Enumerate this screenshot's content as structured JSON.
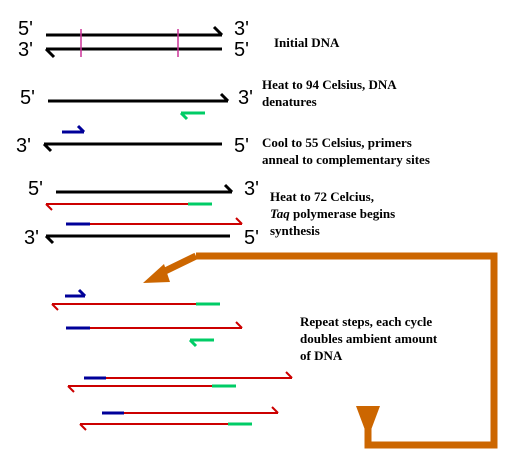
{
  "captions": {
    "initial": "Initial DNA",
    "heat94_line1": "Heat to 94 Celsius, DNA",
    "heat94_line2": "denatures",
    "cool55_line1": "Cool to 55 Celsius, primers",
    "cool55_line2": "anneal to complementary sites",
    "heat72_line1": "Heat to 72 Celcius,",
    "heat72_taq": "Taq",
    "heat72_line2_rest": " polymerase begins",
    "heat72_line3": "synthesis",
    "repeat_line1": "Repeat steps, each cycle",
    "repeat_line2": "doubles ambient amount",
    "repeat_line3": "of DNA"
  },
  "end_labels": {
    "five_prime": "5'",
    "three_prime": "3'"
  },
  "colors": {
    "template_strand": "#000000",
    "new_strand": "#cc0000",
    "forward_primer": "#000099",
    "reverse_primer": "#00cc66",
    "restriction_mark": "#cc3399",
    "cycle_arrow": "#cc6600"
  }
}
